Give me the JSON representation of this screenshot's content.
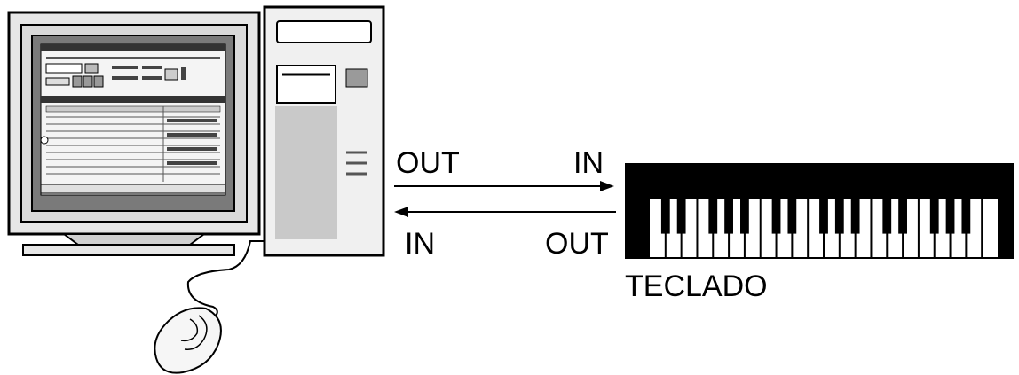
{
  "labels": {
    "top_out": "OUT",
    "top_in": "IN",
    "bottom_in": "IN",
    "bottom_out": "OUT",
    "keyboard": "TECLADO"
  },
  "colors": {
    "stroke": "#000000",
    "monitor_fill": "#e6e6e6",
    "screen_fill": "#7a7a7a",
    "tower_fill": "#f0f0f0",
    "tower_panel": "#c9c9c9",
    "keyboard_body": "#000000"
  },
  "icons": [
    "monitor-icon",
    "computer-tower-icon",
    "mouse-icon",
    "keyboard-icon"
  ]
}
